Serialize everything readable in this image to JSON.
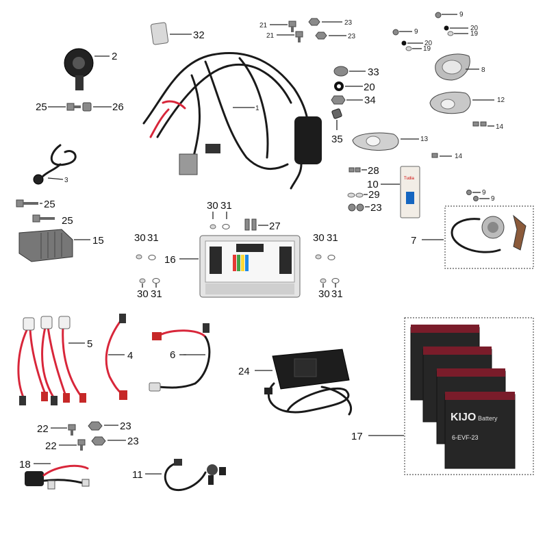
{
  "labels": {
    "p1": "1",
    "p2": "2",
    "p3": "3",
    "p4": "4",
    "p5": "5",
    "p6": "6",
    "p7": "7",
    "p8": "8",
    "p9a": "9",
    "p9b": "9",
    "p9c": "9",
    "p9d": "9",
    "p10": "10",
    "p11": "11",
    "p12": "12",
    "p13": "13",
    "p14a": "14",
    "p14b": "14",
    "p15": "15",
    "p16": "16",
    "p17": "17",
    "p18": "18",
    "p19a": "19",
    "p19b": "19",
    "p20a": "20",
    "p20b": "20",
    "p20c": "20",
    "p21a": "21",
    "p21b": "21",
    "p22a": "22",
    "p22b": "22",
    "p23a": "23",
    "p23b": "23",
    "p23c": "23",
    "p23d": "23",
    "p23e": "23",
    "p24": "24",
    "p25a": "25",
    "p25b": "25",
    "p25c": "25",
    "p26": "26",
    "p27": "27",
    "p28": "28",
    "p29": "29",
    "p30a": "30",
    "p30b": "30",
    "p30c": "30",
    "p30d": "30",
    "p30e": "30",
    "p31a": "31",
    "p31b": "31",
    "p31c": "31",
    "p31d": "31",
    "p31e": "31",
    "p32": "32",
    "p33": "33",
    "p34": "34",
    "p35": "35"
  },
  "battery": {
    "brand": "KIJO",
    "subbrand": "Battery",
    "model": "6-EVF-23"
  },
  "breaker": {
    "brand": "Tudia"
  },
  "colors": {
    "wire_red": "#d8263a",
    "wire_black": "#1a1a1a",
    "battery_cap": "#7a1c2a"
  }
}
